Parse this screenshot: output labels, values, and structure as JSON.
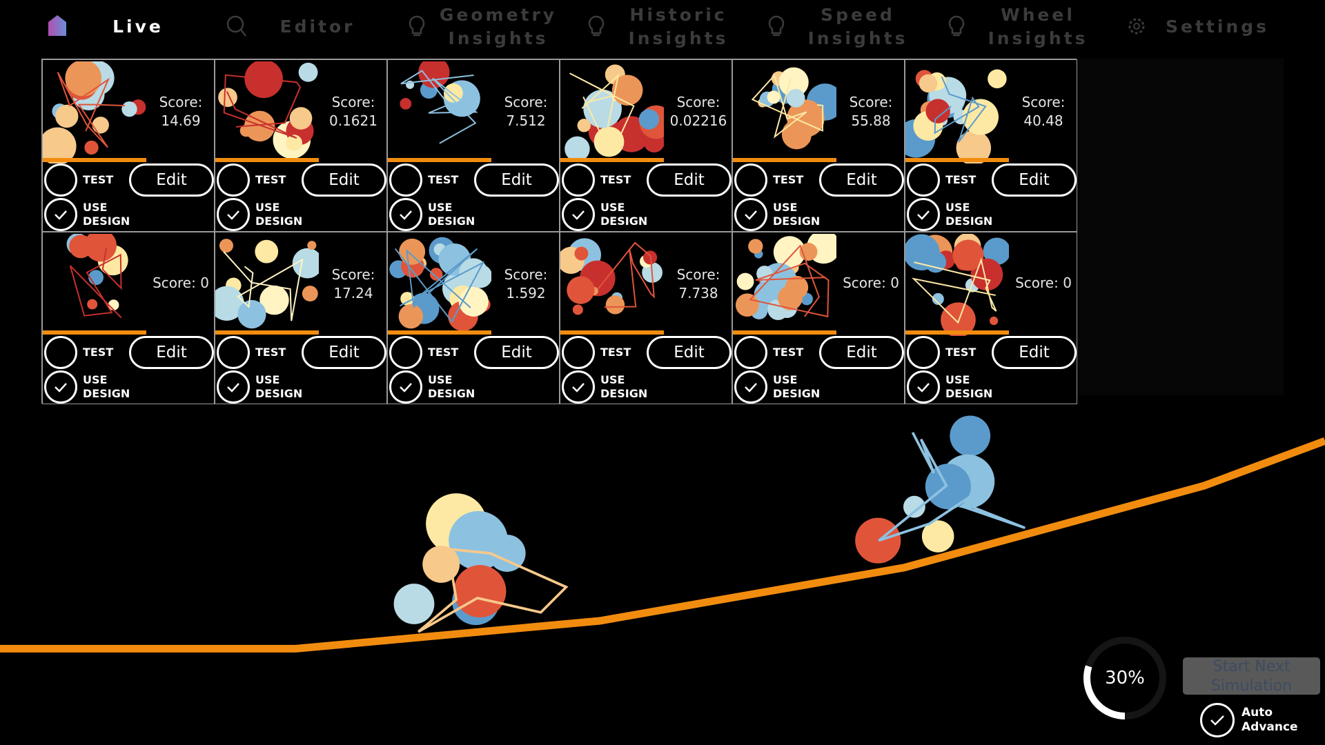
{
  "nav": {
    "live": "Live",
    "editor": "Editor",
    "geometry_insights": "Geometry Insights",
    "historic_insights": "Historic Insights",
    "speed_insights": "Speed Insights",
    "wheel_insights": "Wheel Insights",
    "settings": "Settings"
  },
  "cell_labels": {
    "score": "Score:",
    "test": "TEST",
    "use": "USE",
    "design": "DESIGN",
    "edit": "Edit"
  },
  "cells": [
    {
      "score": "14.69",
      "test": false,
      "use_design": true
    },
    {
      "score": "0.1621",
      "test": false,
      "use_design": true
    },
    {
      "score": "7.512",
      "test": false,
      "use_design": true
    },
    {
      "score": "0.02216",
      "test": false,
      "use_design": true
    },
    {
      "score": "55.88",
      "test": false,
      "use_design": true
    },
    {
      "score": "40.48",
      "test": false,
      "use_design": true
    },
    {
      "score": "0",
      "test": false,
      "use_design": true
    },
    {
      "score": "17.24",
      "test": false,
      "use_design": true
    },
    {
      "score": "1.592",
      "test": false,
      "use_design": true
    },
    {
      "score": "7.738",
      "test": false,
      "use_design": true
    },
    {
      "score": "0",
      "test": false,
      "use_design": true
    },
    {
      "score": "0",
      "test": false,
      "use_design": true
    }
  ],
  "progress": {
    "percent": 30,
    "label": "30%"
  },
  "start_button": {
    "line1": "Start Next",
    "line2": "Simulation"
  },
  "auto_advance": {
    "line1": "Auto",
    "line2": "Advance",
    "checked": true
  },
  "colors": {
    "track": "#f28c0f",
    "palette": [
      "#fde9a3",
      "#f7c98a",
      "#eb9658",
      "#e0553a",
      "#c8302e",
      "#b8dbe6",
      "#8dc1e0",
      "#5b9bcb",
      "#fff4c2"
    ]
  }
}
